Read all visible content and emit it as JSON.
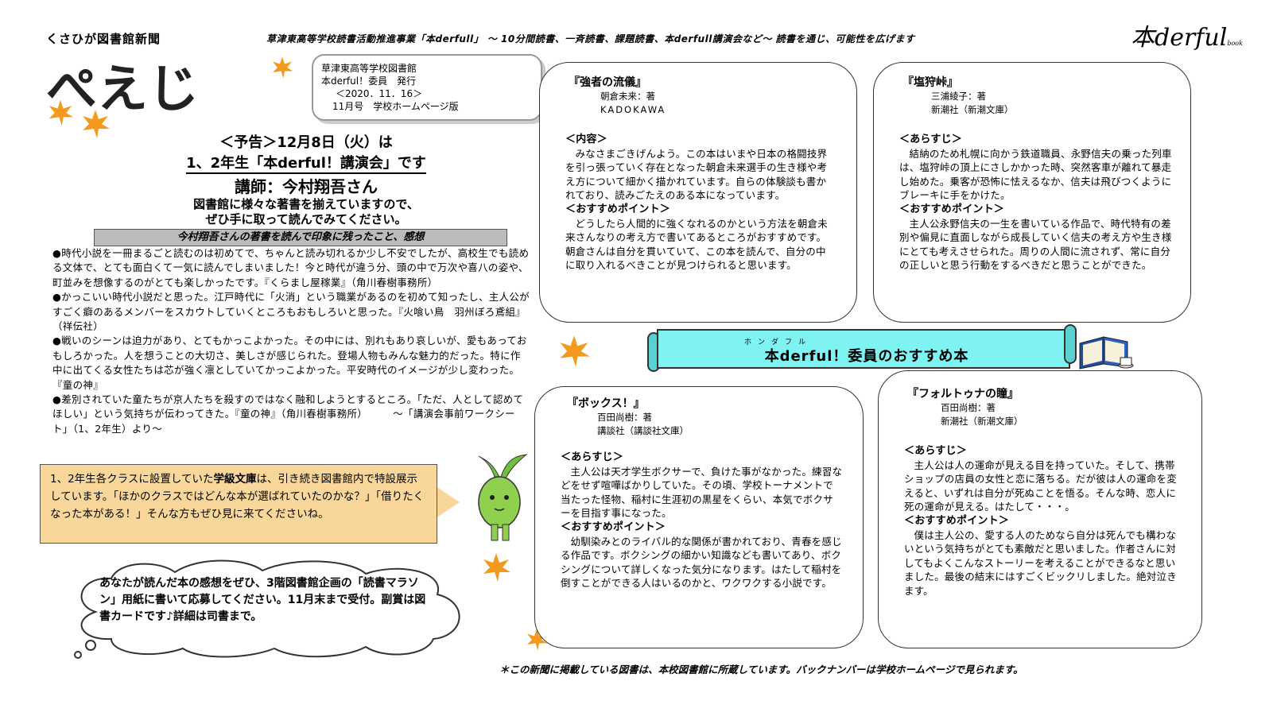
{
  "header": {
    "newspaper_name": "くさひが図書館新聞",
    "strip": "草津東高等学校読書活動推進事業「本derfull」 ～ 10分間読書、一斉読書、課題読書、本derfull講演会など～ 読書を通じ、可能性を広げます",
    "logo": "本derful",
    "logo_small": "book"
  },
  "masthead": {
    "title": "ぺえじ"
  },
  "issue": {
    "school": "草津東高等学校図書館",
    "publisher": "本derful！委員　発行",
    "date": "＜2020．11．16＞",
    "edition": "11月号　学校ホームページ版"
  },
  "announce": {
    "line1": "＜予告＞12月8日（火）は",
    "line2": "1、2年生「本derful！講演会」です",
    "line3": "講師：今村翔吾さん",
    "line4": "図書館に様々な著書を揃えていますので、",
    "line5": "ぜひ手に取って読んでみてください。"
  },
  "impressions": {
    "title": "今村翔吾さんの著書を読んで印象に残ったこと、感想",
    "paragraphs": [
      "●時代小説を一冊まるごと読むのは初めてで、ちゃんと読み切れるか少し不安でしたが、高校生でも読める文体で、とても面白くて一気に読んでしまいました！今と時代が違う分、頭の中で万次や喜八の姿や、町並みを想像するのがとても楽しかったです。『くらまし屋稼業』（角川春樹事務所）",
      "●かっこいい時代小説だと思った。江戸時代に「火消」という職業があるのを初めて知ったし、主人公がすごく癖のあるメンバーをスカウトしていくところもおもしろいと思った。『火喰い鳥　羽州ぼろ鳶組』（祥伝社）",
      "●戦いのシーンは迫力があり、とてもかっこよかった。その中には、別れもあり哀しいが、愛もあっておもしろかった。人を想うことの大切さ、美しさが感じられた。登場人物もみんな魅力的だった。特に作中に出てくる女性たちは芯が強く凛としていてかっこよかった。平安時代のイメージが少し変わった。『童の神』",
      "●差別されていた童たちが京人たちを殺すのではなく融和しようとするところ。「ただ、人として認めてほしい」という気持ちが伝わってきた。『童の神』（角川春樹事務所）　　　～「講演会事前ワークシート」（1、2年生）より～"
    ]
  },
  "callout": {
    "text_a": "1、2年生各クラスに設置していた",
    "text_bold": "学級文庫",
    "text_b": "は、引き続き図書館内で特設展示しています。「ほかのクラスではどんな本が選ばれていたのかな？」「借りたくなった本がある！」そんな方もぜひ見に来てくださいね。"
  },
  "cloud": {
    "text": "あなたが読んだ本の感想をぜひ、3階図書館企画の「読書マラソン」用紙に書いて応募してください。11月末まで受付。副賞は図書カードです♪詳細は司書まで。"
  },
  "banner": {
    "ruby": "ホンダフル",
    "title": "本derful！委員のおすすめ本"
  },
  "books": [
    {
      "title": "『強者の流儀』",
      "author": "朝倉未来：著",
      "publisher": "KADOKAWA",
      "h1": "＜内容＞",
      "body1": "みなさまごきげんよう。この本はいまや日本の格闘技界を引っ張っていく存在となった朝倉未来選手の生き様や考え方について細かく描かれています。自らの体験談も書かれており、読みごたえのある本になっています。",
      "h2": "＜おすすめポイント＞",
      "body2": "どうしたら人間的に強くなれるのかという方法を朝倉未来さんなりの考え方で書いてあるところがおすすめです。朝倉さんは自分を貫いていて、この本を読んで、自分の中に取り入れるべきことが見つけられると思います。"
    },
    {
      "title": "『塩狩峠』",
      "author": "三浦綾子：著",
      "publisher": "新潮社（新潮文庫）",
      "h1": "＜あらすじ＞",
      "body1": "結納のため札幌に向かう鉄道職員、永野信夫の乗った列車は、塩狩峠の頂上にさしかかった時、突然客車が離れて暴走し始めた。乗客が恐怖に怯えるなか、信夫は飛びつくようにブレーキに手をかけた。",
      "h2": "＜おすすめポイント＞",
      "body2": "主人公永野信夫の一生を書いている作品で、時代特有の差別や偏見に直面しながら成長していく信夫の考え方や生き様にとても考えさせられた。周りの人間に流されず、常に自分の正しいと思う行動をするべきだと思うことができた。"
    },
    {
      "title": "『ボックス！』",
      "author": "百田尚樹：著",
      "publisher": "講談社（講談社文庫）",
      "h1": "＜あらすじ＞",
      "body1": "主人公は天才学生ボクサーで、負けた事がなかった。練習などをせず喧嘩ばかりしていた。その頃、学校トーナメントで当たった怪物、稲村に生涯初の黒星をくらい、本気でボクサーを目指す事になった。",
      "h2": "＜おすすめポイント＞",
      "body2": "幼馴染みとのライバル的な関係が書かれており、青春を感じる作品です。ボクシングの細かい知識なども書いてあり、ボクシングについて詳しくなった気分になります。はたして稲村を倒すことができる人はいるのかと、ワクワクする小説です。"
    },
    {
      "title": "『フォルトゥナの瞳』",
      "author": "百田尚樹：著",
      "publisher": "新潮社（新潮文庫）",
      "h1": "＜あらすじ＞",
      "body1": "主人公は人の運命が見える目を持っていた。そして、携帯ショップの店員の女性と恋に落ちる。だが彼は人の運命を変えると、いずれは自分が死ぬことを悟る。そんな時、恋人に死の運命が見える。はたして・・・。",
      "h2": "＜おすすめポイント＞",
      "body2": "僕は主人公の、愛する人のためなら自分は死んでも構わないという気持ちがとても素敵だと思いました。作者さんに対してもよくこんなストーリーを考えることができるなと思いました。最後の結末にはすごくビックリしました。絶対泣きます。"
    }
  ],
  "footer": "＊この新聞に掲載している図書は、本校図書館に所蔵しています。バックナンバーは学校ホームページで見られます。",
  "colors": {
    "callout": "#f9d79b",
    "banner": "#7ff2f2",
    "leaf": "#f39a1e",
    "mascot": "#8fd14f"
  }
}
